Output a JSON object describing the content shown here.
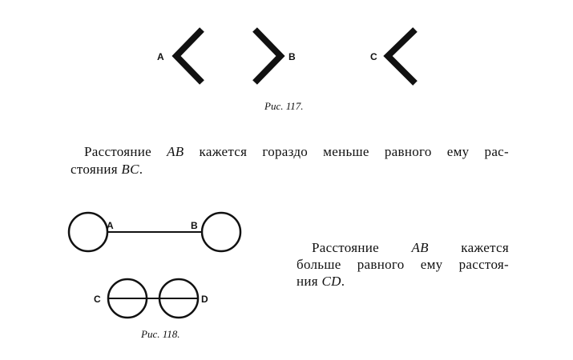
{
  "figure117": {
    "labels": {
      "a": "A",
      "b": "B",
      "c": "C"
    },
    "caption": "Рис. 117."
  },
  "paragraph1": {
    "line1_pre": "Расстояние ",
    "line1_it": "AB",
    "line1_post": " кажется гораздо меньше равного ему рас-",
    "line2_pre": "стояния ",
    "line2_it": "BC",
    "line2_post": "."
  },
  "figure118": {
    "labels": {
      "a": "A",
      "b": "B",
      "c": "C",
      "d": "D"
    },
    "caption": "Рис. 118."
  },
  "paragraph2": {
    "line1_pre": "Расстояние ",
    "line1_it": "AB",
    "line1_post": " кажется",
    "line2": "больше равного ему расстоя-",
    "line3_pre": "ния ",
    "line3_it": "CD",
    "line3_post": "."
  }
}
